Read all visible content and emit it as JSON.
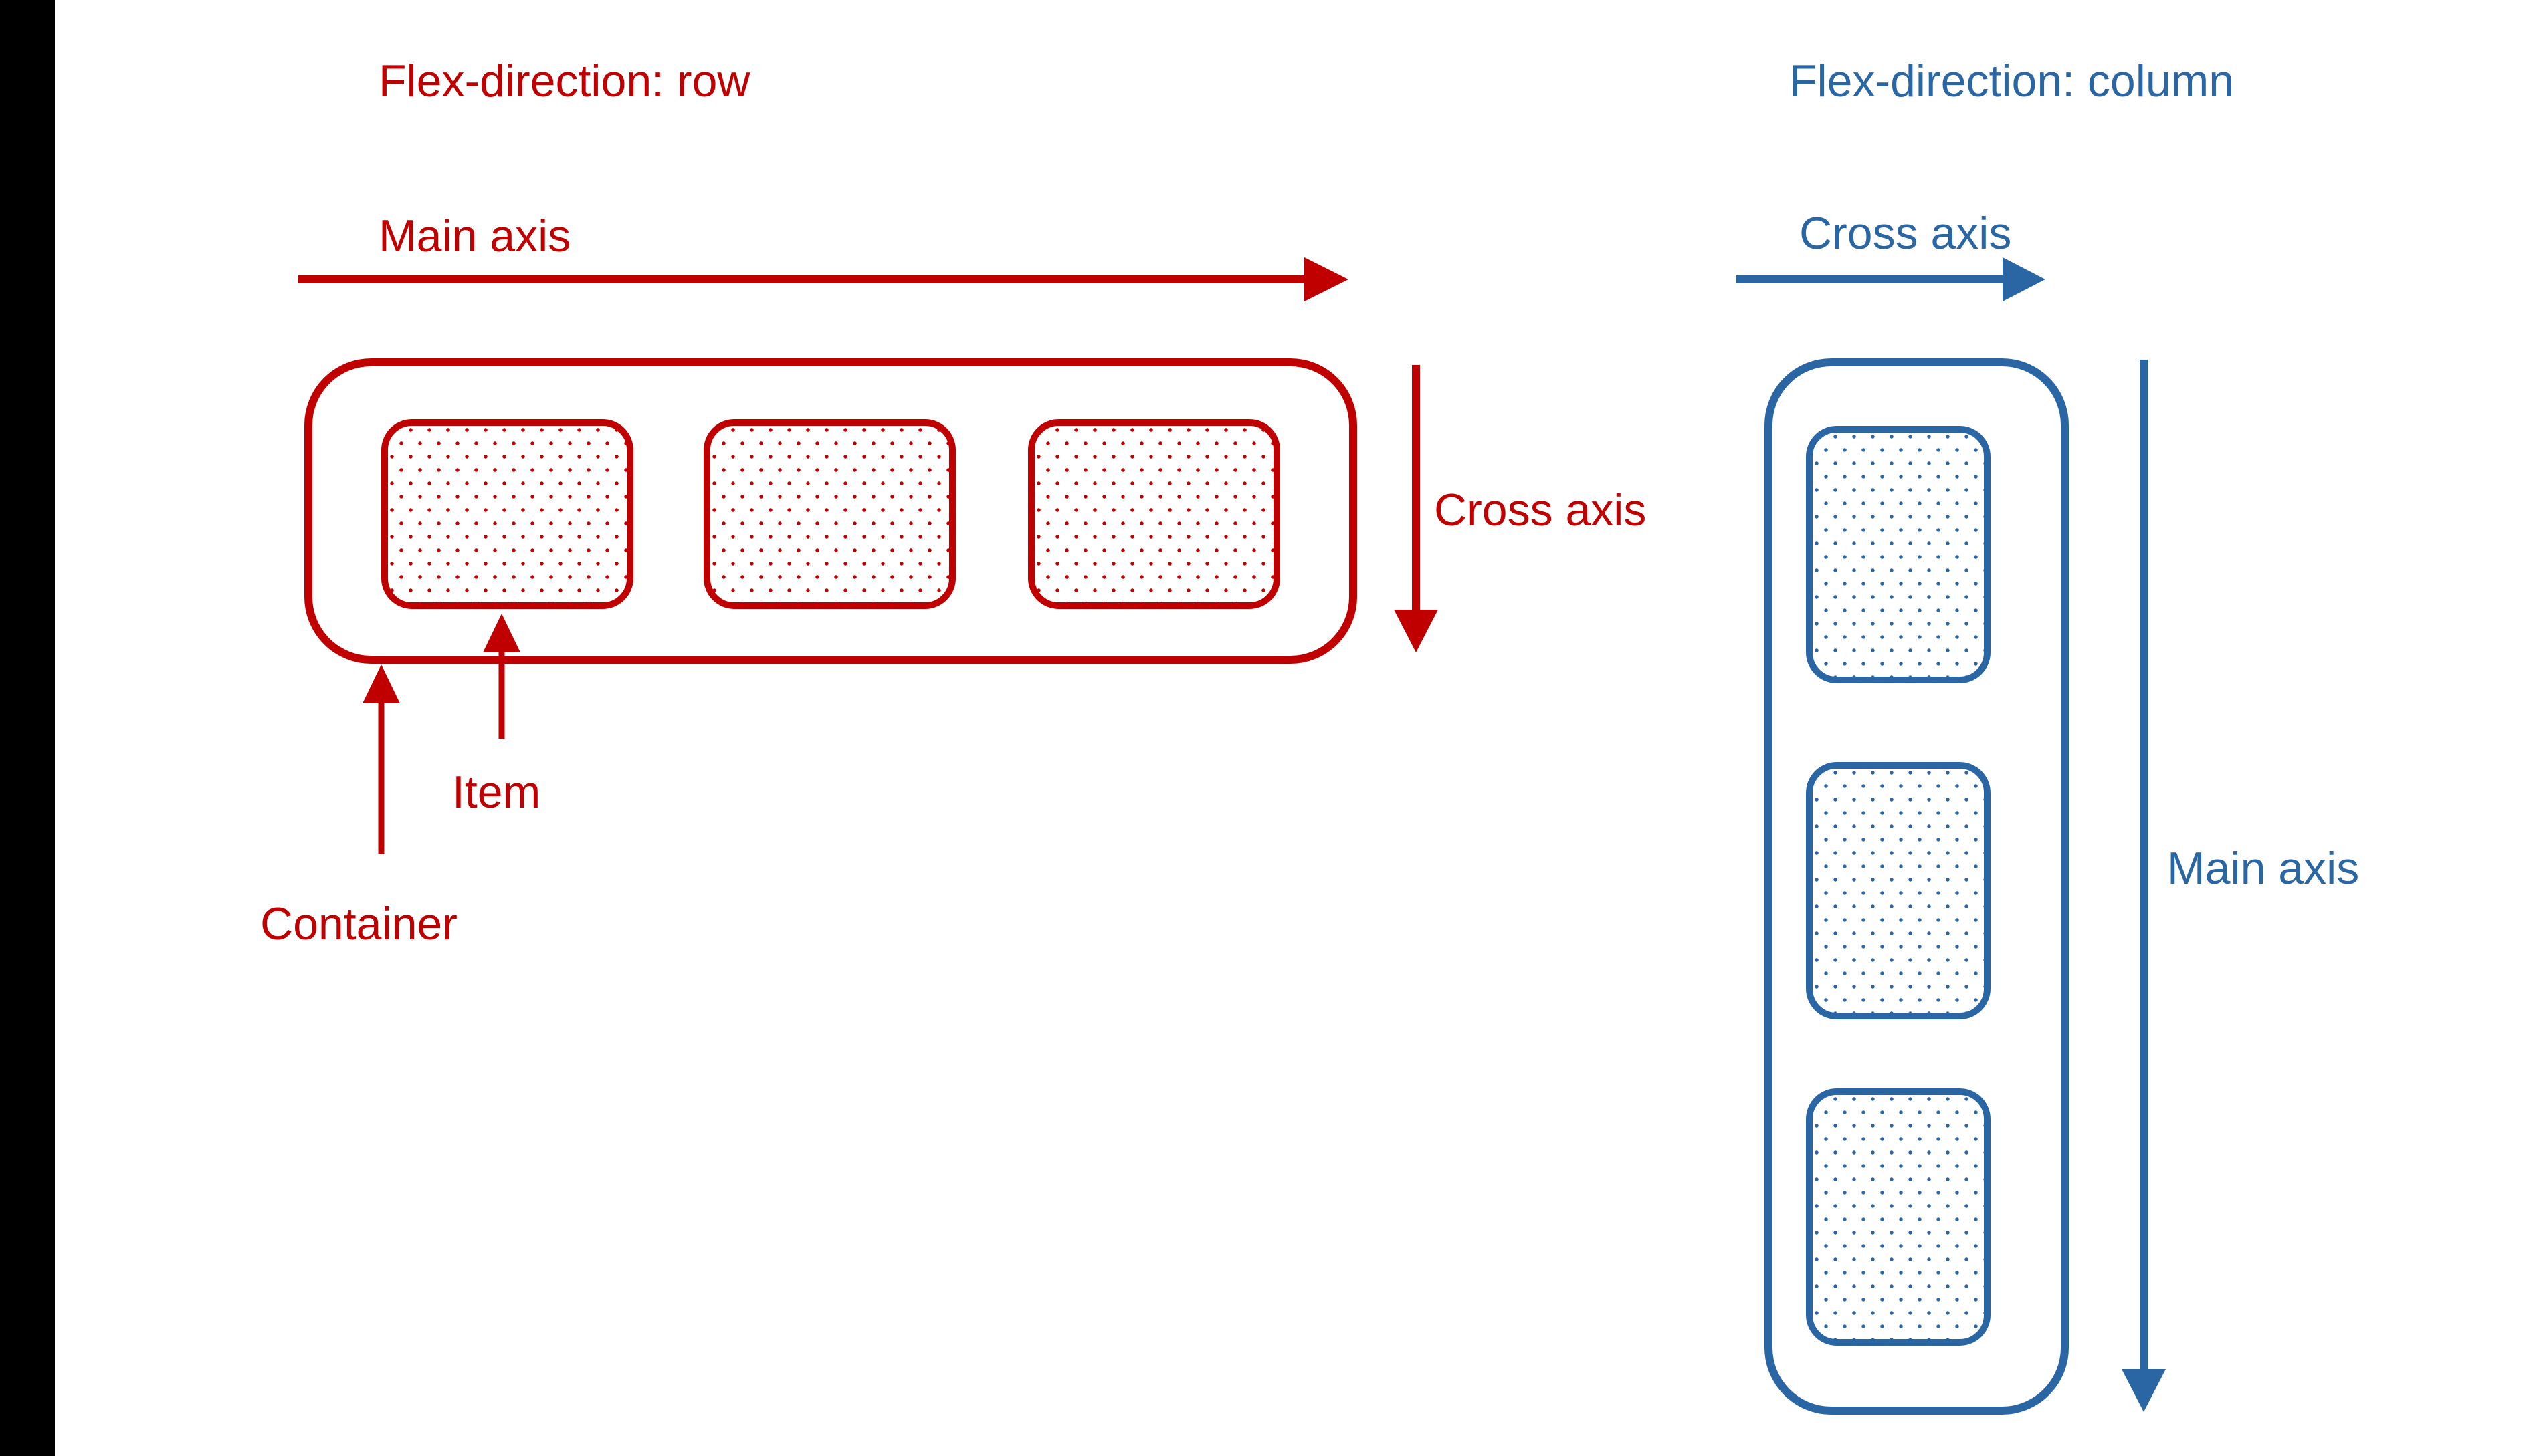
{
  "colors": {
    "red": "#C00000",
    "blue": "#2A66A4",
    "background": "#FFFFFF",
    "left_bar": "#000000"
  },
  "row_diagram": {
    "title": "Flex-direction: row",
    "main_axis_label": "Main axis",
    "cross_axis_label": "Cross axis",
    "item_label": "Item",
    "container_label": "Container",
    "item_count": 3
  },
  "column_diagram": {
    "title": "Flex-direction: column",
    "cross_axis_label": "Cross axis",
    "main_axis_label": "Main axis",
    "item_count": 3
  }
}
